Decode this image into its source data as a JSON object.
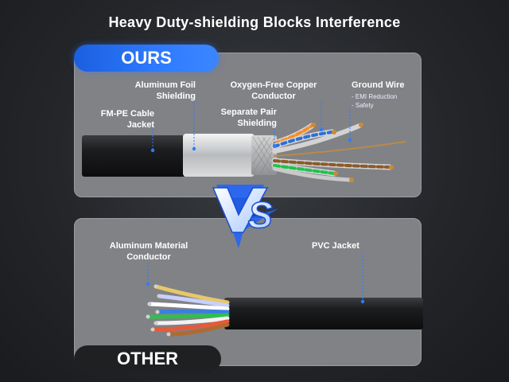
{
  "title": "Heavy Duty-shielding Blocks Interference",
  "ours": {
    "badge": "OURS",
    "labels": {
      "foil": "Aluminum Foil\nShielding",
      "copper": "Oxygen-Free Copper\nConductor",
      "ground": "Ground Wire",
      "ground_bullets": [
        "- EMI Reduction",
        "- Safety"
      ],
      "jacket": "FM-PE Cable\nJacket",
      "pair": "Separate Pair\nShielding"
    }
  },
  "vs": "VS",
  "other": {
    "badge": "OTHER",
    "labels": {
      "conductor": "Aluminum Material\nConductor",
      "jacket": "PVC Jacket"
    }
  },
  "colors": {
    "accent_blue": "#2f7bff",
    "panel": "#808286",
    "background": "#24262a"
  }
}
